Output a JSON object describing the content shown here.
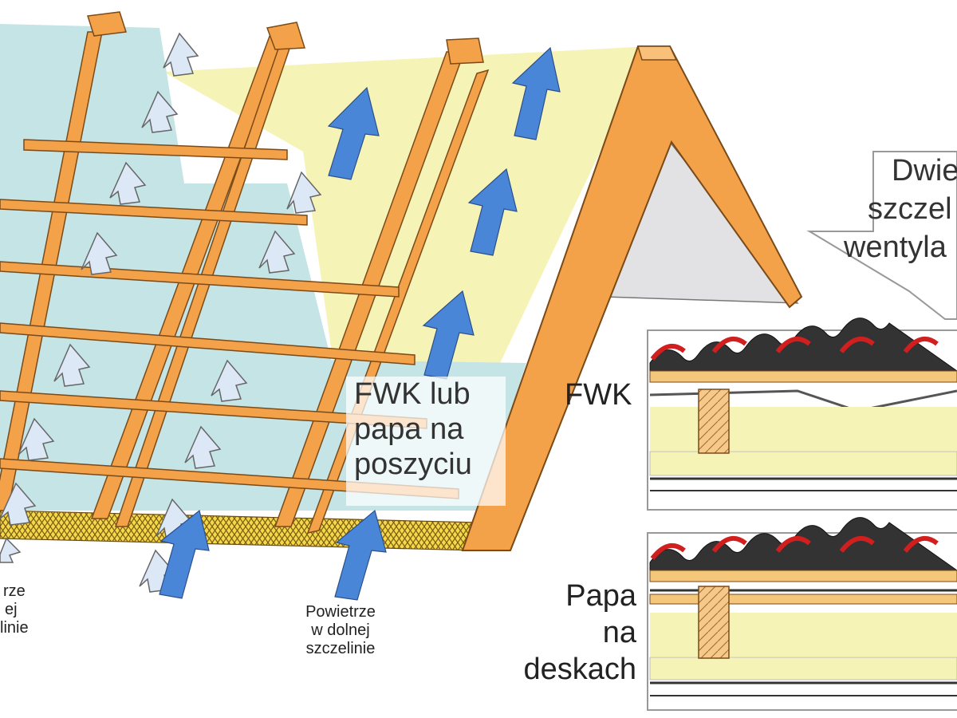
{
  "labels": {
    "fwk_box": [
      "FWK lub",
      "papa na",
      "poszyciu"
    ],
    "air_left": [
      "rze",
      "ej",
      "linie"
    ],
    "air_center": [
      "Powietrze",
      "w dolnej",
      "szczelinie"
    ],
    "callout": [
      "Dwie",
      "szczel",
      "wentyla"
    ],
    "section_fwk": "FWK",
    "section_papa": [
      "Papa",
      "na",
      "deskach"
    ]
  },
  "colors": {
    "timber": "#f4a24a",
    "timber_edge": "#7a4a18",
    "membrane": "#bfe3e6",
    "insulation": "#f7f3b8",
    "arrow_blue": "#4a86d8",
    "arrow_light": "#dde8f6",
    "tile_red": "#d11f1f"
  }
}
